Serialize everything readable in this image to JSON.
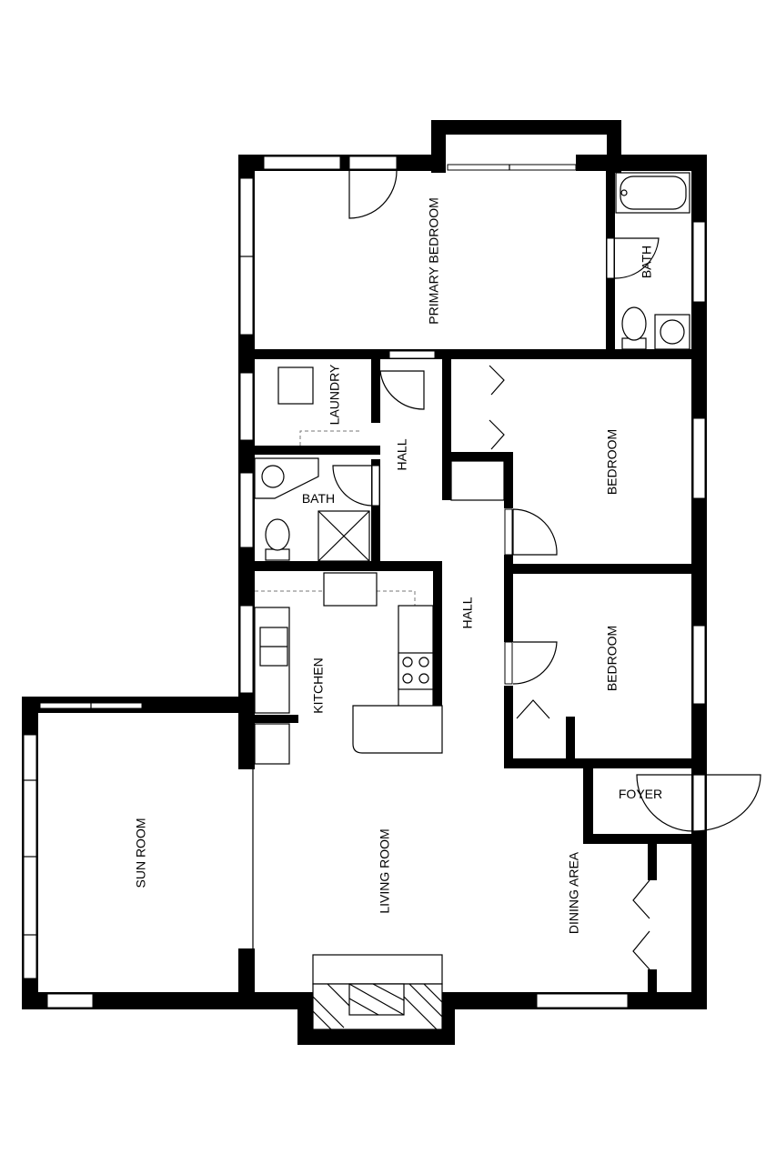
{
  "rooms": {
    "primary_bedroom": "PRIMARY BEDROOM",
    "bath_primary": "BATH",
    "laundry": "LAUNDRY",
    "hall_upper": "HALL",
    "bedroom_upper": "BEDROOM",
    "bath_hall": "BATH",
    "hall_main": "HALL",
    "bedroom_lower": "BEDROOM",
    "kitchen": "KITCHEN",
    "foyer": "FOYER",
    "sun_room": "SUN ROOM",
    "living_room": "LIVING ROOM",
    "dining_area": "DINING AREA"
  }
}
